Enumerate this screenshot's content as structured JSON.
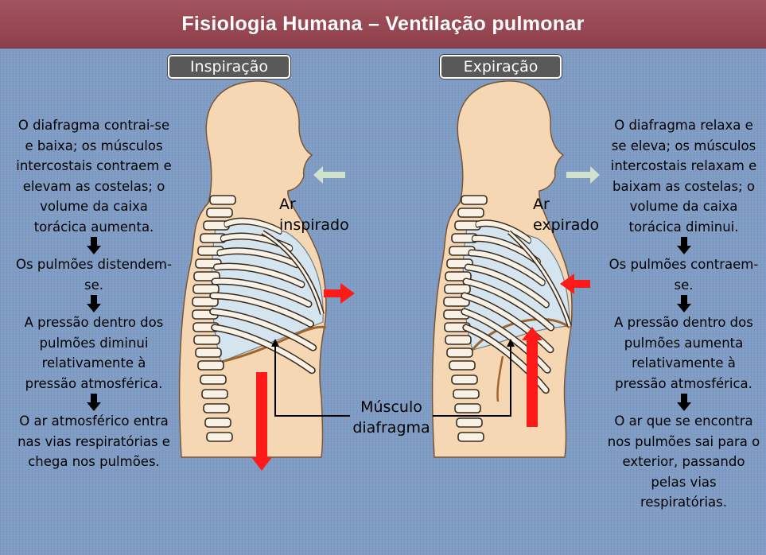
{
  "title": "Fisiologia Humana – Ventilação pulmonar",
  "labels": {
    "inspiration": "Inspiração",
    "expiration": "Expiração"
  },
  "left_panel": {
    "step1": "O diafragma contrai-se e baixa; os músculos intercostais contraem e elevam as costelas; o volume da caixa torácica aumenta.",
    "step2": "Os pulmões distendem-se.",
    "step3": "A pressão dentro dos pulmões diminui relativamente à pressão atmosférica.",
    "step4": "O ar atmosférico entra nas vias respiratórias e chega nos pulmões."
  },
  "right_panel": {
    "step1": "O diafragma relaxa e se eleva; os músculos intercostais relaxam e baixam as costelas; o volume da caixa torácica diminui.",
    "step2": "Os pulmões contraem-se.",
    "step3": "A pressão dentro dos pulmões aumenta relativamente à pressão atmosférica.",
    "step4": "O ar que se encontra nos pulmões sai para o exterior, passando pelas vias respiratórias."
  },
  "annotations": {
    "air_in_1": "Ar",
    "air_in_2": "inspirado",
    "air_out_1": "Ar",
    "air_out_2": "expirado",
    "muscle_1": "Músculo",
    "muscle_2": "diafragma"
  },
  "colors": {
    "title_bar": "#9a4a55",
    "background": "#7f9cc4",
    "skin": "#f6d7b4",
    "lung": "#d5e5f0",
    "arrow_red": "#ff1a1a",
    "air_arrow": "#cfe3cc"
  }
}
